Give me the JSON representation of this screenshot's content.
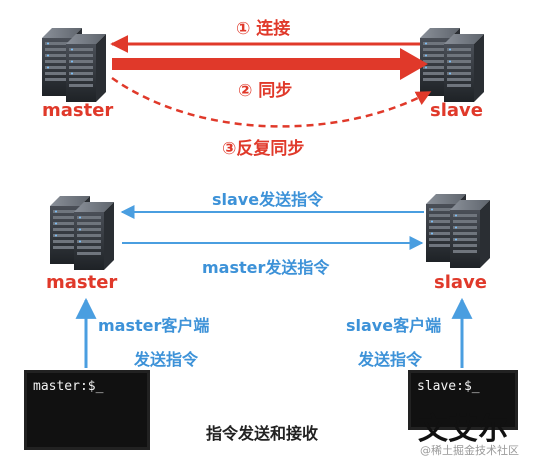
{
  "top_diagram": {
    "master_label": "master",
    "slave_label": "slave",
    "step1": "① 连接",
    "step2": "② 同步",
    "step3": "③反复同步",
    "color_red": "#e0392a"
  },
  "bottom_diagram": {
    "master_label": "master",
    "slave_label": "slave",
    "slave_send_cmd": "slave发送指令",
    "master_send_cmd": "master发送指令",
    "master_client_line1": "master客户端",
    "master_client_line2": "发送指令",
    "slave_client_line1": "slave客户端",
    "slave_client_line2": "发送指令",
    "master_terminal_prompt": "master:$_",
    "slave_terminal_prompt": "slave:$_",
    "caption": "指令发送和接收",
    "color_blue": "#3d92d8"
  },
  "watermark": {
    "big_text": "文艾尔",
    "small_text": "@稀土掘金技术社区"
  }
}
